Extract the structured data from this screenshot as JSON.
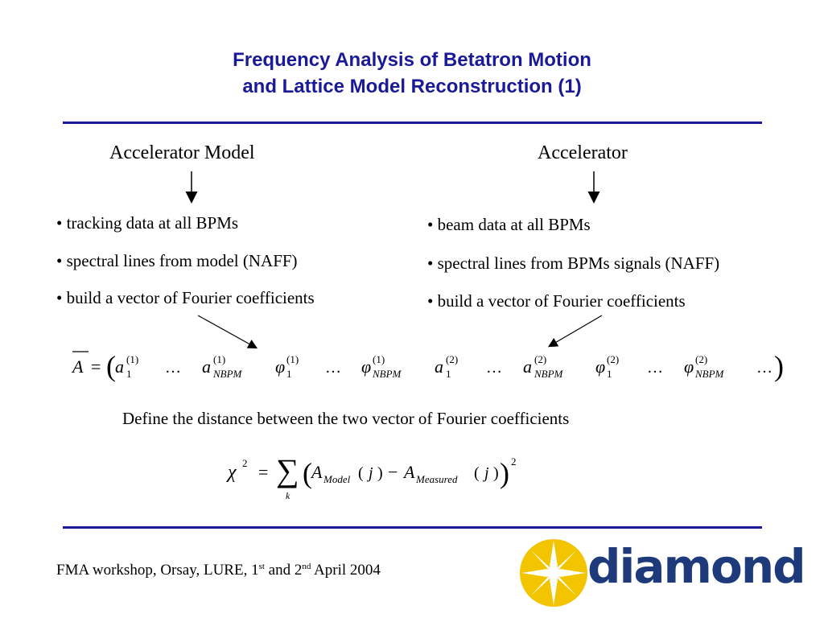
{
  "slide": {
    "title_line1": "Frequency Analysis of Betatron Motion",
    "title_line2": "and Lattice Model Reconstruction (1)",
    "left": {
      "heading": "Accelerator Model",
      "bullets": [
        "• tracking data at all BPMs",
        "• spectral lines from model (NAFF)",
        "• build a vector of Fourier coefficients"
      ]
    },
    "right": {
      "heading": "Accelerator",
      "bullets": [
        "•  beam data at all BPMs",
        "• spectral lines from BPMs signals (NAFF)",
        "• build a vector of Fourier coefficients"
      ]
    },
    "distance_text": "Define the distance between the two vector of Fourier coefficients",
    "footer": {
      "prefix": "FMA workshop, Orsay, LURE, 1",
      "sup1": "st",
      "mid": " and 2",
      "sup2": "nd",
      "suffix": " April 2004"
    },
    "logo_text": "diamond",
    "colors": {
      "title": "#1a1a99",
      "rule": "#1a1a99",
      "logo_star": "#f2c500",
      "logo_text": "#1f3a7a"
    }
  }
}
